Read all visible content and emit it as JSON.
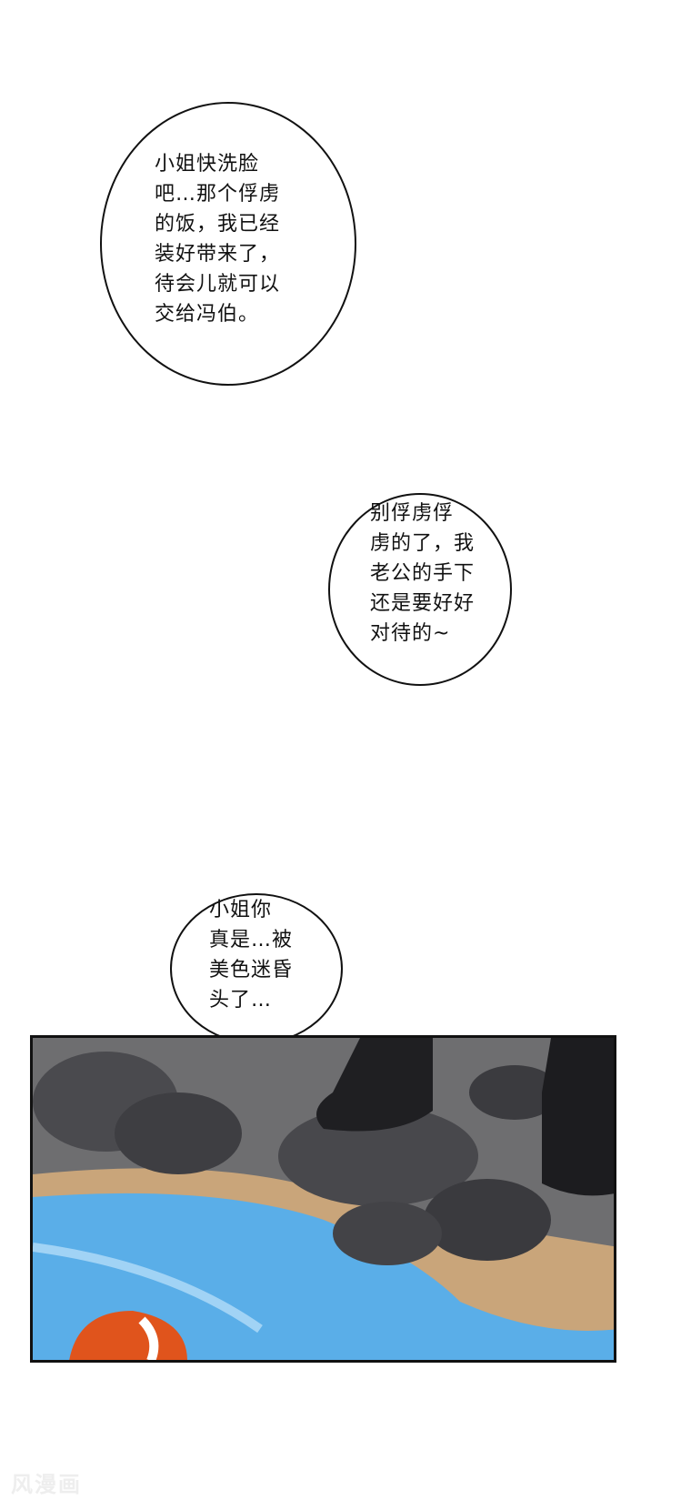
{
  "bubbles": [
    {
      "lines": [
        "小姐快洗脸",
        "吧…那个俘虏",
        "的饭，我已经",
        "装好带来了，",
        "待会儿就可以",
        "交给冯伯。"
      ]
    },
    {
      "lines": [
        "别俘虏俘",
        "虏的了，我",
        "老公的手下",
        "还是要好好",
        "对待的~"
      ]
    },
    {
      "lines": [
        "小姐你",
        "真是…被",
        "美色迷昏",
        "头了…"
      ]
    }
  ],
  "panel": {
    "water_color": "#5aaee8",
    "rock_color": "#3e3e42",
    "fish_color": "#e0541c"
  },
  "watermark": "风漫画"
}
